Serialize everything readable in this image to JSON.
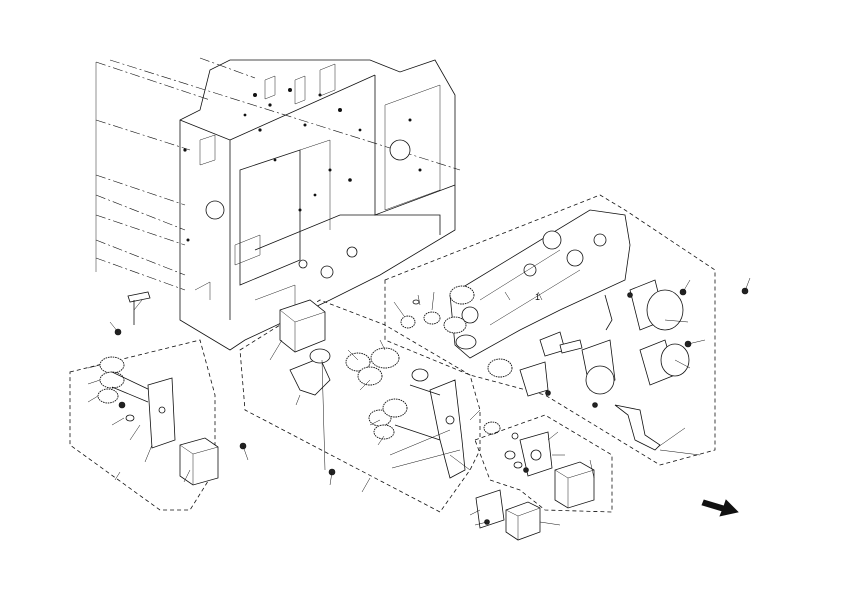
{
  "diagram": {
    "kind": "exploded-parts-view",
    "callout_labels": [
      "1"
    ],
    "groups": [
      "main-frame",
      "left-drive-assembly",
      "center-drive-assembly",
      "right-drive-assembly",
      "front-motor-bracket"
    ],
    "direction_marker": "front-arrow"
  }
}
